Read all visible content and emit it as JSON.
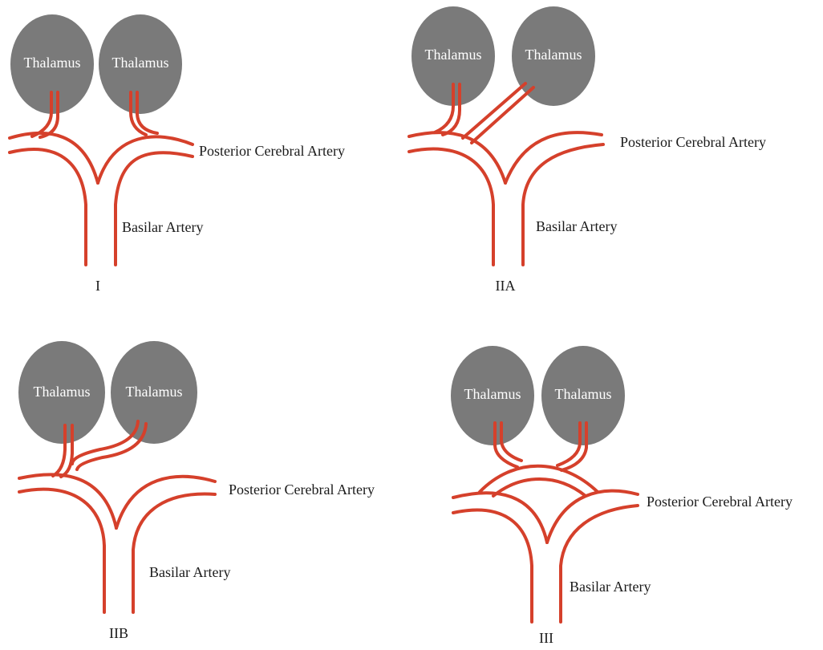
{
  "colors": {
    "thalamus_fill": "#7a7a7a",
    "artery_stroke": "#d5402b",
    "label_text": "#1a1a1a"
  },
  "labels": {
    "thalamus": "Thalamus",
    "posterior_cerebral_artery": "Posterior Cerebral Artery",
    "basilar_artery": "Basilar Artery"
  },
  "panels": [
    {
      "caption": "I"
    },
    {
      "caption": "IIA"
    },
    {
      "caption": "IIB"
    },
    {
      "caption": "III"
    }
  ]
}
